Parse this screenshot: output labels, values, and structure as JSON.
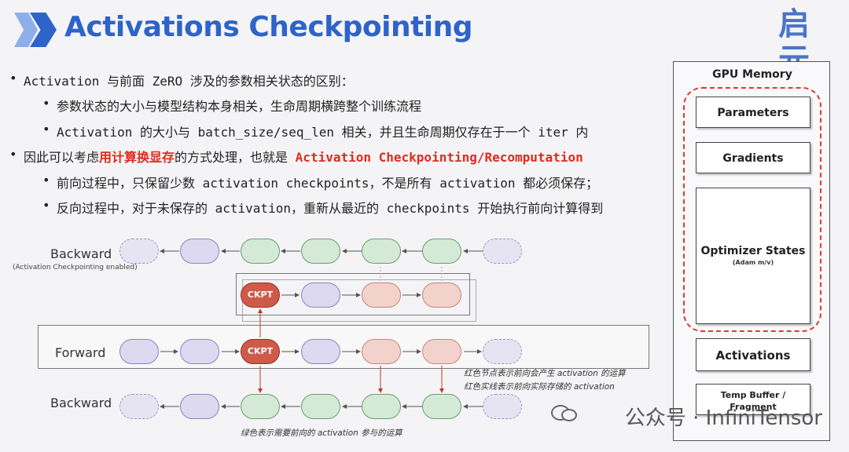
{
  "title": "Activations Checkpointing",
  "logo": "启元",
  "bullets": [
    {
      "text": "Activation 与前面 ZeRO 涉及的参数相关状态的区别："
    },
    {
      "text": "参数状态的大小与模型结构本身相关，生命周期横跨整个训练流程"
    },
    {
      "text": "Activation 的大小与 batch_size/seq_len 相关，并且生命周期仅存在于一个 iter 内"
    },
    {
      "pre": "因此可以考虑",
      "hl": "用计算换显存",
      "mid": "的方式处理，也就是 ",
      "hl2": "Activation Checkpointing/Recomputation"
    },
    {
      "text": "前向过程中，只保留少数 activation checkpoints，不是所有 activation 都必须保存；"
    },
    {
      "text": "反向过程中，对于未保存的 activation，重新从最近的 checkpoints 开始执行前向计算得到"
    }
  ],
  "diagram": {
    "backward_top_label": "Backward",
    "backward_top_sub": "(Activation Checkpointing enabled)",
    "forward_label": "Forward",
    "backward_bottom_label": "Backward",
    "ckpt_label": "CKPT",
    "note_red_node": "红色节点表示前向会产生 activation 的运算",
    "note_red_line": "红色实线表示前向实际存储的 activation",
    "note_green": "绿色表示需要前向的 activation 参与的运算"
  },
  "gpu_memory": {
    "title": "GPU Memory",
    "parameters": "Parameters",
    "gradients": "Gradients",
    "optimizer": "Optimizer States",
    "optimizer_sub": "(Adam m/v)",
    "activations": "Activations",
    "temp_buffer": "Temp Buffer / Fragment"
  },
  "watermark": "公众号 · InfiniTensor",
  "colors": {
    "accent": "#2e63c9",
    "red": "#e02a1e",
    "ckpt": "#cf5a4a"
  }
}
